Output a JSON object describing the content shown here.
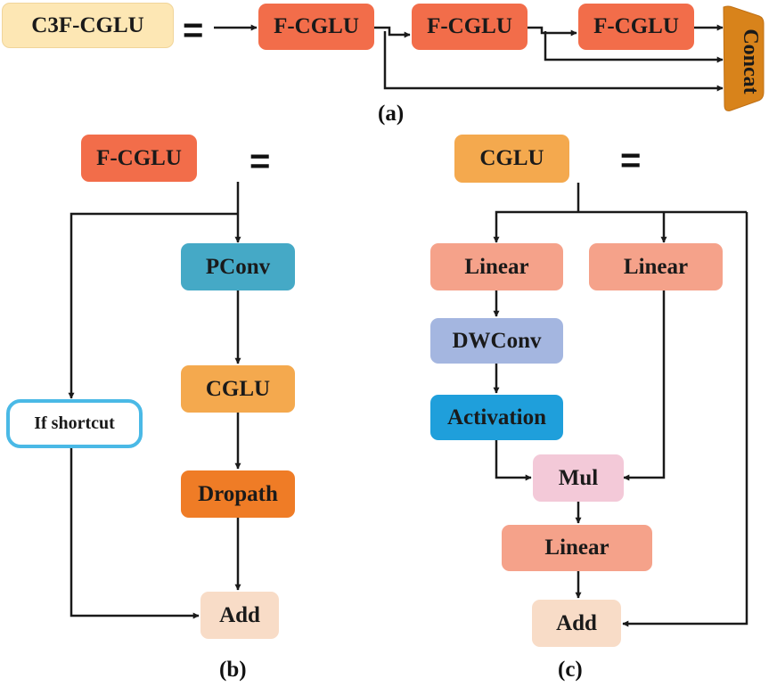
{
  "panel_a": {
    "c3f_cglu": "C3F-CGLU",
    "equals": "=",
    "fcglu_1": "F-CGLU",
    "fcglu_2": "F-CGLU",
    "fcglu_3": "F-CGLU",
    "concat": "Concat",
    "caption": "(a)"
  },
  "panel_b": {
    "fcglu": "F-CGLU",
    "equals": "=",
    "pconv": "PConv",
    "cglu": "CGLU",
    "dropath": "Dropath",
    "if_shortcut": "If shortcut",
    "add": "Add",
    "caption": "(b)"
  },
  "panel_c": {
    "cglu": "CGLU",
    "equals": "=",
    "linear_left": "Linear",
    "linear_right": "Linear",
    "dwconv": "DWConv",
    "activation": "Activation",
    "mul": "Mul",
    "linear_bottom": "Linear",
    "add": "Add",
    "caption": "(c)"
  },
  "colors": {
    "fcglu": "#f26d4a",
    "c3f_cglu": "#fde7b4",
    "concat": "#d8831b",
    "pconv": "#45a9c6",
    "cglu": "#f4a94e",
    "dropath": "#ef7c26",
    "add": "#f8dcc7",
    "linear": "#f5a28a",
    "dwconv": "#a4b6e0",
    "activation": "#1f9fdb",
    "mul": "#f3c9d8",
    "shortcut_border": "#4ab9e6",
    "arrow": "#1a1a1a"
  }
}
